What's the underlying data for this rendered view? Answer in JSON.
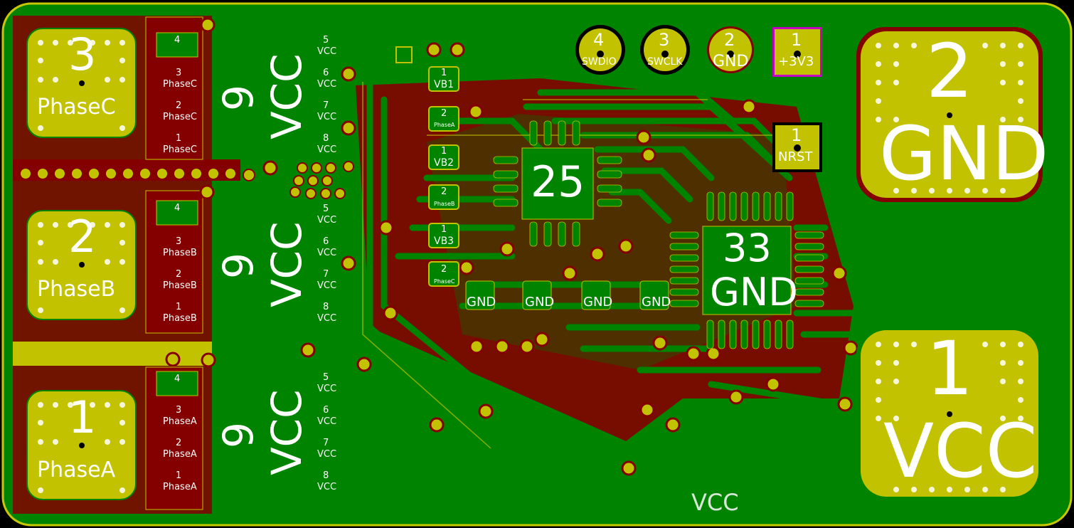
{
  "colors": {
    "board": "#008400",
    "copper": "#840000",
    "pad": "#c2c200",
    "edge": "#c8c800",
    "silk": "#ffffff",
    "magenta": "#c200c2"
  },
  "phase_pads": [
    {
      "number": "3",
      "name": "PhaseC"
    },
    {
      "number": "2",
      "name": "PhaseB"
    },
    {
      "number": "1",
      "name": "PhaseA"
    }
  ],
  "mosfet_groups": [
    {
      "pin4": "4",
      "pins": [
        {
          "n": "3",
          "name": "PhaseC"
        },
        {
          "n": "2",
          "name": "PhaseC"
        },
        {
          "n": "1",
          "name": "PhaseC"
        }
      ],
      "big_num": "9",
      "big_vcc": "VCC",
      "vcc_pins": [
        {
          "n": "5",
          "name": "VCC"
        },
        {
          "n": "6",
          "name": "VCC"
        },
        {
          "n": "7",
          "name": "VCC"
        },
        {
          "n": "8",
          "name": "VCC"
        }
      ]
    },
    {
      "pin4": "4",
      "pins": [
        {
          "n": "3",
          "name": "PhaseB"
        },
        {
          "n": "2",
          "name": "PhaseB"
        },
        {
          "n": "1",
          "name": "PhaseB"
        }
      ],
      "big_num": "9",
      "big_vcc": "VCC",
      "vcc_pins": [
        {
          "n": "5",
          "name": "VCC"
        },
        {
          "n": "6",
          "name": "VCC"
        },
        {
          "n": "7",
          "name": "VCC"
        },
        {
          "n": "8",
          "name": "VCC"
        }
      ]
    },
    {
      "pin4": "4",
      "pins": [
        {
          "n": "3",
          "name": "PhaseA"
        },
        {
          "n": "2",
          "name": "PhaseA"
        },
        {
          "n": "1",
          "name": "PhaseA"
        }
      ],
      "big_num": "9",
      "big_vcc": "VCC",
      "vcc_pins": [
        {
          "n": "5",
          "name": "VCC"
        },
        {
          "n": "6",
          "name": "VCC"
        },
        {
          "n": "7",
          "name": "VCC"
        },
        {
          "n": "8",
          "name": "VCC"
        }
      ]
    }
  ],
  "header_pins": [
    {
      "number": "4",
      "name": "SWDIO"
    },
    {
      "number": "3",
      "name": "SWCLK"
    },
    {
      "number": "2",
      "name": "GND"
    },
    {
      "number": "1",
      "name": "+3V3"
    }
  ],
  "nrst": {
    "number": "1",
    "name": "NRST"
  },
  "boot_caps": [
    {
      "n": "1",
      "name": "VB1"
    },
    {
      "n": "2",
      "name": "PhaseA"
    },
    {
      "n": "1",
      "name": "VB2"
    },
    {
      "n": "2",
      "name": "PhaseB"
    },
    {
      "n": "1",
      "name": "VB3"
    },
    {
      "n": "2",
      "name": "PhaseC"
    }
  ],
  "driver_ic": {
    "pad": "25"
  },
  "mcu_ic": {
    "pad": "33",
    "name": "GND"
  },
  "gnd_pads": [
    "GND",
    "GND",
    "GND",
    "GND"
  ],
  "power_pads": [
    {
      "number": "2",
      "name": "GND"
    },
    {
      "number": "1",
      "name": "VCC"
    }
  ],
  "board_label": "VCC"
}
